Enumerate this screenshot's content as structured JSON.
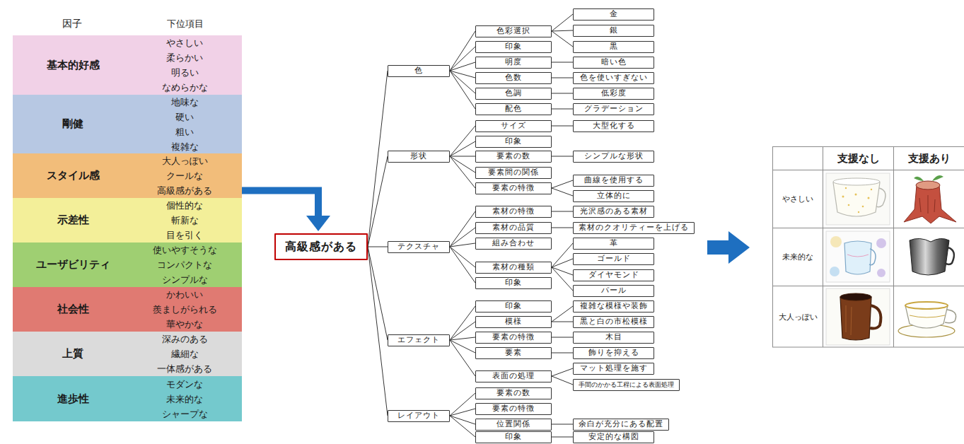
{
  "diagram": {
    "nodes": [
      {
        "text": [
          "基本的好感",
          "やさしい",
          "柔らかい",
          "明るい",
          "なめらかな"
        ]
      },
      {
        "text": [
          "剛健",
          "地味な",
          "硬い",
          "粗い",
          "複雑な"
        ]
      },
      {
        "text": [
          "スタイル感",
          "大人っぽい",
          "クールな",
          "高級感がある"
        ]
      },
      {
        "text": [
          "示差性",
          "個性的な",
          "斬新な",
          "目を引く"
        ]
      },
      {
        "text": [
          "ユーザビリティ",
          "使いやすそうな",
          "コンパクトな",
          "シンプルな"
        ]
      },
      {
        "text": [
          "社会性",
          "かわいい",
          "羨ましがられる",
          "華やかな"
        ]
      },
      {
        "text": [
          "上質",
          "深みのある",
          "繊細な",
          "一体感がある"
        ]
      },
      {
        "text": [
          "進歩性",
          "モダンな",
          "未来的な",
          "シャープな"
        ]
      },
      {
        "text": [
          "高級感がある"
        ]
      },
      {
        "text": [
          "色"
        ]
      },
      {
        "text": [
          "形状"
        ]
      },
      {
        "text": [
          "テクスチャ"
        ]
      },
      {
        "text": [
          "エフェクト"
        ]
      },
      {
        "text": [
          "レイアウト"
        ]
      },
      {
        "text": [
          "色彩選択"
        ]
      },
      {
        "text": [
          "印象"
        ]
      },
      {
        "text": [
          "明度"
        ]
      },
      {
        "text": [
          "色数"
        ]
      },
      {
        "text": [
          "色調"
        ]
      },
      {
        "text": [
          "配色"
        ]
      },
      {
        "text": [
          "サイズ"
        ]
      },
      {
        "text": [
          "印象"
        ]
      },
      {
        "text": [
          "要素の数"
        ]
      },
      {
        "text": [
          "要素間の関係"
        ]
      },
      {
        "text": [
          "要素の特徴"
        ]
      },
      {
        "text": [
          "素材の特徴"
        ]
      },
      {
        "text": [
          "素材の品質"
        ]
      },
      {
        "text": [
          "組み合わせ"
        ]
      },
      {
        "text": [
          "素材の種類"
        ]
      },
      {
        "text": [
          "印象"
        ]
      },
      {
        "text": [
          "印象"
        ]
      },
      {
        "text": [
          "模様"
        ]
      },
      {
        "text": [
          "要素の特徴"
        ]
      },
      {
        "text": [
          "要素"
        ]
      },
      {
        "text": [
          "表面の処理"
        ]
      },
      {
        "text": [
          "要素の数"
        ]
      },
      {
        "text": [
          "要素の特徴"
        ]
      },
      {
        "text": [
          "位置関係"
        ]
      },
      {
        "text": [
          "印象"
        ]
      },
      {
        "text": [
          "金"
        ]
      },
      {
        "text": [
          "銀"
        ]
      },
      {
        "text": [
          "黒"
        ]
      },
      {
        "text": [
          "暗い色"
        ]
      },
      {
        "text": [
          "色を使いすぎない"
        ]
      },
      {
        "text": [
          "低彩度"
        ]
      },
      {
        "text": [
          "グラデーション"
        ]
      },
      {
        "text": [
          "大型化する"
        ]
      },
      {
        "text": [
          "シンプルな形状"
        ]
      },
      {
        "text": [
          "曲線を使用する"
        ]
      },
      {
        "text": [
          "立体的に"
        ]
      },
      {
        "text": [
          "光沢感のある素材"
        ]
      },
      {
        "text": [
          "素材のクオリティーを上げる"
        ]
      },
      {
        "text": [
          "革"
        ]
      },
      {
        "text": [
          "ゴールド"
        ]
      },
      {
        "text": [
          "ダイヤモンド"
        ]
      },
      {
        "text": [
          "パール"
        ]
      },
      {
        "text": [
          "複雑な模様や装飾"
        ]
      },
      {
        "text": [
          "黒と白の市松模様"
        ]
      },
      {
        "text": [
          "木目"
        ]
      },
      {
        "text": [
          "飾りを抑える"
        ]
      },
      {
        "text": [
          "マット処理を施す"
        ]
      },
      {
        "text": [
          "手間のかかる工程による表面処理"
        ]
      },
      {
        "text": [
          "余白が充分にある配置"
        ]
      },
      {
        "text": [
          "安定的な構図"
        ]
      }
    ],
    "edges": [
      {
        "from": 2,
        "to": 8,
        "arrow": "to"
      },
      {
        "from": 8,
        "to": 9,
        "arrow": "none"
      },
      {
        "from": 8,
        "to": 10,
        "arrow": "none"
      },
      {
        "from": 8,
        "to": 11,
        "arrow": "none"
      },
      {
        "from": 8,
        "to": 12,
        "arrow": "none"
      },
      {
        "from": 8,
        "to": 13,
        "arrow": "none"
      },
      {
        "from": 9,
        "to": 14,
        "arrow": "none"
      },
      {
        "from": 9,
        "to": 15,
        "arrow": "none"
      },
      {
        "from": 9,
        "to": 16,
        "arrow": "none"
      },
      {
        "from": 9,
        "to": 17,
        "arrow": "none"
      },
      {
        "from": 9,
        "to": 18,
        "arrow": "none"
      },
      {
        "from": 9,
        "to": 19,
        "arrow": "none"
      },
      {
        "from": 10,
        "to": 20,
        "arrow": "none"
      },
      {
        "from": 10,
        "to": 21,
        "arrow": "none"
      },
      {
        "from": 10,
        "to": 22,
        "arrow": "none"
      },
      {
        "from": 10,
        "to": 23,
        "arrow": "none"
      },
      {
        "from": 10,
        "to": 24,
        "arrow": "none"
      },
      {
        "from": 11,
        "to": 25,
        "arrow": "none"
      },
      {
        "from": 11,
        "to": 26,
        "arrow": "none"
      },
      {
        "from": 11,
        "to": 27,
        "arrow": "none"
      },
      {
        "from": 11,
        "to": 28,
        "arrow": "none"
      },
      {
        "from": 11,
        "to": 29,
        "arrow": "none"
      },
      {
        "from": 12,
        "to": 30,
        "arrow": "none"
      },
      {
        "from": 12,
        "to": 31,
        "arrow": "none"
      },
      {
        "from": 12,
        "to": 32,
        "arrow": "none"
      },
      {
        "from": 12,
        "to": 33,
        "arrow": "none"
      },
      {
        "from": 12,
        "to": 34,
        "arrow": "none"
      },
      {
        "from": 13,
        "to": 35,
        "arrow": "none"
      },
      {
        "from": 13,
        "to": 36,
        "arrow": "none"
      },
      {
        "from": 13,
        "to": 37,
        "arrow": "none"
      },
      {
        "from": 13,
        "to": 38,
        "arrow": "none"
      },
      {
        "from": 14,
        "to": 39,
        "arrow": "none"
      },
      {
        "from": 14,
        "to": 40,
        "arrow": "none"
      },
      {
        "from": 14,
        "to": 41,
        "arrow": "none"
      },
      {
        "from": 16,
        "to": 42,
        "arrow": "none"
      },
      {
        "from": 17,
        "to": 43,
        "arrow": "none"
      },
      {
        "from": 18,
        "to": 44,
        "arrow": "none"
      },
      {
        "from": 19,
        "to": 45,
        "arrow": "none"
      },
      {
        "from": 20,
        "to": 46,
        "arrow": "none"
      },
      {
        "from": 22,
        "to": 47,
        "arrow": "none"
      },
      {
        "from": 24,
        "to": 48,
        "arrow": "none"
      },
      {
        "from": 24,
        "to": 49,
        "arrow": "none"
      },
      {
        "from": 25,
        "to": 50,
        "arrow": "none"
      },
      {
        "from": 26,
        "to": 51,
        "arrow": "none"
      },
      {
        "from": 28,
        "to": 52,
        "arrow": "none"
      },
      {
        "from": 28,
        "to": 53,
        "arrow": "none"
      },
      {
        "from": 28,
        "to": 54,
        "arrow": "none"
      },
      {
        "from": 28,
        "to": 55,
        "arrow": "none"
      },
      {
        "from": 31,
        "to": 56,
        "arrow": "none"
      },
      {
        "from": 31,
        "to": 57,
        "arrow": "none"
      },
      {
        "from": 32,
        "to": 58,
        "arrow": "none"
      },
      {
        "from": 33,
        "to": 59,
        "arrow": "none"
      },
      {
        "from": 34,
        "to": 60,
        "arrow": "none"
      },
      {
        "from": 34,
        "to": 61,
        "arrow": "none"
      },
      {
        "from": 37,
        "to": 62,
        "arrow": "none"
      },
      {
        "from": 38,
        "to": 63,
        "arrow": "none"
      }
    ],
    "labels": [
      "因子",
      "下位項目",
      "支援なし",
      "支援あり",
      "やさしい",
      "未来的な",
      "大人っぽい"
    ]
  }
}
